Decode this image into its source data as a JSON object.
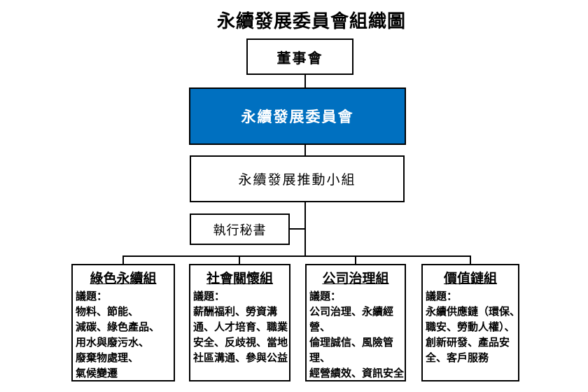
{
  "title": "永續發展委員會組織圖",
  "colors": {
    "committee_bg": "#0070C0",
    "committee_text": "#FFFFFF",
    "line": "#000000"
  },
  "nodes": {
    "board": {
      "label": "董事會"
    },
    "committee": {
      "label": "永續發展委員會"
    },
    "promotion_team": {
      "label": "永續發展推動小組"
    },
    "executive_secretary": {
      "label": "執行秘書"
    }
  },
  "groups": [
    {
      "title": "綠色永續組",
      "topics": "議題：\n物料、節能、\n減碳、綠色產品、\n用水與廢污水、\n廢棄物處理、\n氣候變遷"
    },
    {
      "title": "社會關懷組",
      "topics": "議題：\n薪酬福利、勞資溝\n通、人才培育、職業\n安全、反歧視、當地\n社區溝通、參與公益"
    },
    {
      "title": "公司治理組",
      "topics": "議題：\n公司治理、永續經\n營、\n倫理誠信、風險管\n理、\n經營績效、資訊安全"
    },
    {
      "title": "價值鏈組",
      "topics": "議題：\n永續供應鏈（環保、\n職安、勞動人權）、\n創新研發、產品安\n全、客戶服務"
    }
  ]
}
